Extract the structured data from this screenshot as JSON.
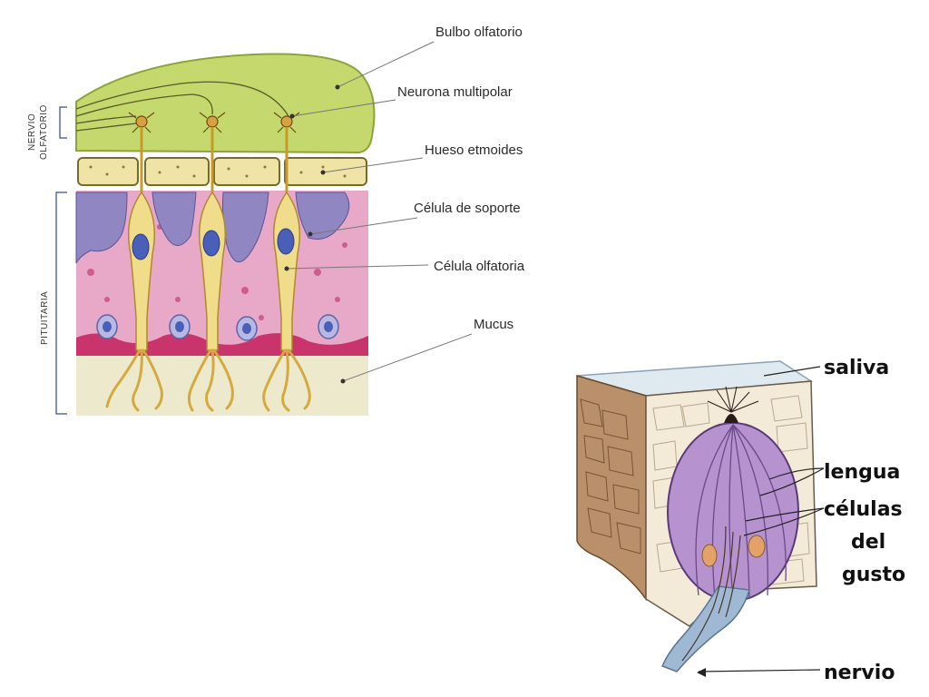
{
  "olfactory": {
    "side_labels": {
      "nerve_line1": "NERVIO",
      "nerve_line2": "OLFATORIO",
      "pituitary": "PITUITARIA"
    },
    "labels": {
      "bulbo": "Bulbo olfatorio",
      "neurona": "Neurona multipolar",
      "hueso": "Hueso etmoides",
      "soporte": "Célula de soporte",
      "olfatoria": "Célula olfatoria",
      "mucus": "Mucus"
    }
  },
  "taste": {
    "labels": {
      "saliva": "saliva",
      "lengua": "lengua",
      "celulas": "células",
      "del": "del",
      "gusto": "gusto",
      "nervio": "nervio"
    }
  },
  "colors": {
    "bulb": "#c5d86d",
    "bone": "#efe3a6",
    "tissue": "#e8a8c8",
    "support": "#8f86c2",
    "olfactory_cell": "#f0dd8c",
    "nucleus": "#4a5fb8",
    "mucus": "#ece9cc",
    "cilia": "#d6a93e",
    "tongue": "#b9906a",
    "bud": "#b692cf",
    "nerve": "#9fb8d4"
  }
}
